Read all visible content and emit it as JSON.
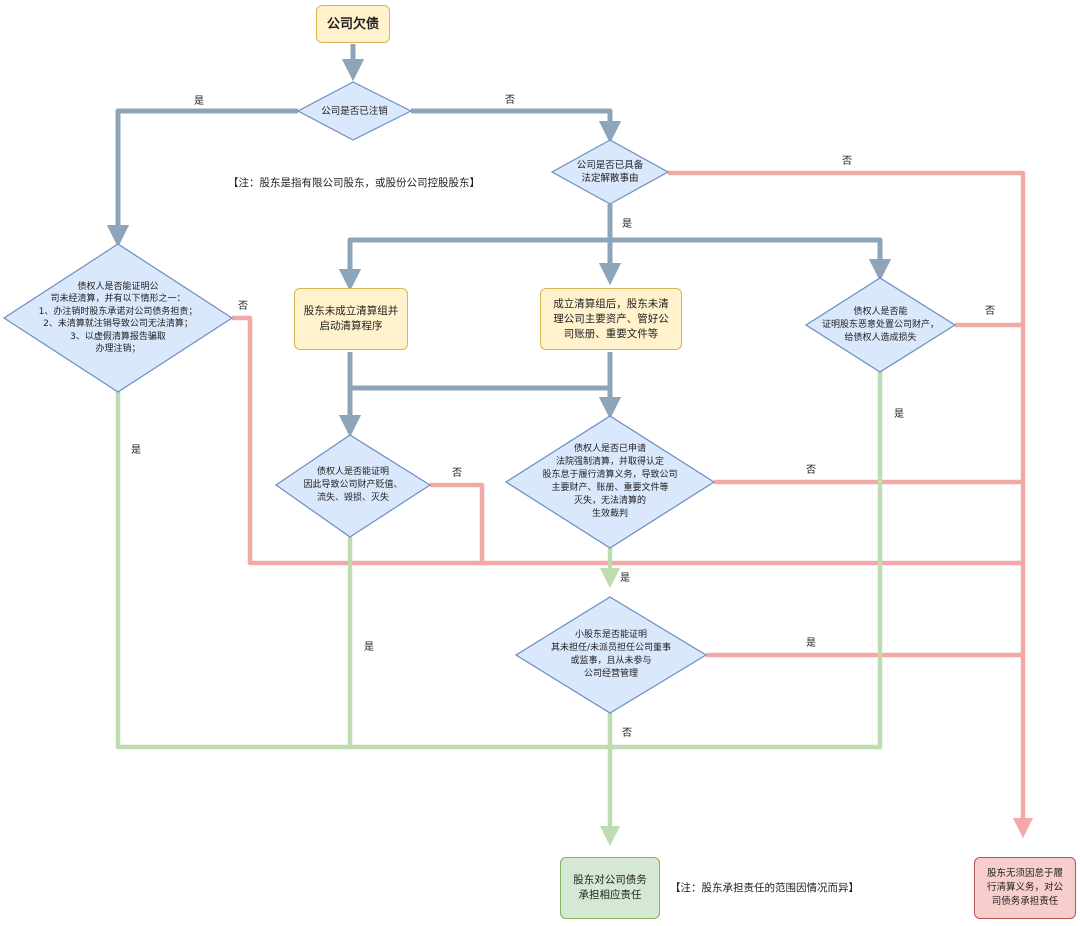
{
  "nodes": {
    "start": "公司欠债",
    "q_cancelled": "公司是否已注销",
    "q_dissolution": "公司是否已具备\n法定解散事由",
    "q_creditor_left": "债权人是否能证明公\n司未经清算，并有以下情形之一：\n1、办注销时股东承诺对公司债务担责；\n2、未清算就注销导致公司无法清算；\n3、以虚假清算报告骗取\n办理注销；",
    "box_no_group": "股东未成立清算组并\n启动清算程序",
    "box_group_formed": "成立清算组后，股东未清\n理公司主要资产、管好公\n司账册、重要文件等",
    "q_malicious": "债权人是否能\n证明股东恶意处置公司财产，\n给债权人造成损失",
    "q_devalue": "债权人是否能证明\n因此导致公司财产贬值、\n流失、毁损、灭失",
    "q_compulsory": "债权人是否已申请\n法院强制清算，并取得认定\n股东怠于履行清算义务，导致公司\n主要财产、账册、重要文件等\n灭失，无法清算的\n生效裁判",
    "q_minor": "小股东是否能证明\n其未担任/未派员担任公司董事\n或监事，且从未参与\n公司经营管理",
    "result_liable": "股东对公司债务\n承担相应责任",
    "result_not_liable": "股东无须因怠于履\n行清算义务，对公\n司债务承担责任"
  },
  "notes": {
    "note_shareholder": "【注：股东是指有限公司股东，或股份公司控股股东】",
    "note_scope": "【注：股东承担责任的范围因情况而异】"
  },
  "labels": {
    "yes": "是",
    "no": "否"
  },
  "colors": {
    "gray_line": "#8ea4b8",
    "red_line": "#f4a9a9",
    "green_line": "#bedcb0",
    "diamond_fill": "#dae8fc",
    "diamond_stroke": "#6c8ebf"
  }
}
